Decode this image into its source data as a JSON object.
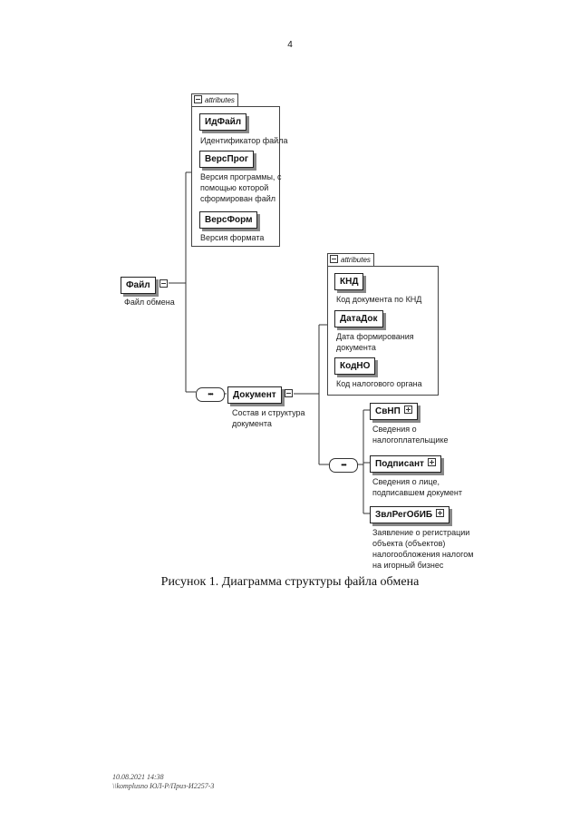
{
  "page_number": "4",
  "caption": "Рисунок 1. Диаграмма структуры файла обмена",
  "footer": {
    "line1": "10.08.2021 14:38",
    "line2": "\\\\komplusno ЮЛ-Р/Приз-И2257-3"
  },
  "attributes_label": "attributes",
  "root": {
    "name": "Файл",
    "desc": "Файл обмена"
  },
  "file_attributes": [
    {
      "name": "ИдФайл",
      "desc": [
        "Идентификатор файла"
      ]
    },
    {
      "name": "ВерсПрог",
      "desc": [
        "Версия программы, с",
        "помощью которой",
        "сформирован файл"
      ]
    },
    {
      "name": "ВерсФорм",
      "desc": [
        "Версия формата"
      ]
    }
  ],
  "document": {
    "name": "Документ",
    "desc": [
      "Состав и структура",
      "документа"
    ]
  },
  "document_attributes": [
    {
      "name": "КНД",
      "desc": [
        "Код документа по КНД"
      ]
    },
    {
      "name": "ДатаДок",
      "desc": [
        "Дата формирования",
        "документа"
      ]
    },
    {
      "name": "КодНО",
      "desc": [
        "Код налогового органа"
      ]
    }
  ],
  "children": [
    {
      "name": "СвНП",
      "desc": [
        "Сведения о",
        "налогоплательщике"
      ]
    },
    {
      "name": "Подписант",
      "desc": [
        "Сведения о лице,",
        "подписавшем документ"
      ]
    },
    {
      "name": "ЗвлРегОбИБ",
      "desc": [
        "Заявление о регистрации",
        "объекта (объектов)",
        "налогообложения налогом",
        "на игорный бизнес"
      ]
    }
  ]
}
